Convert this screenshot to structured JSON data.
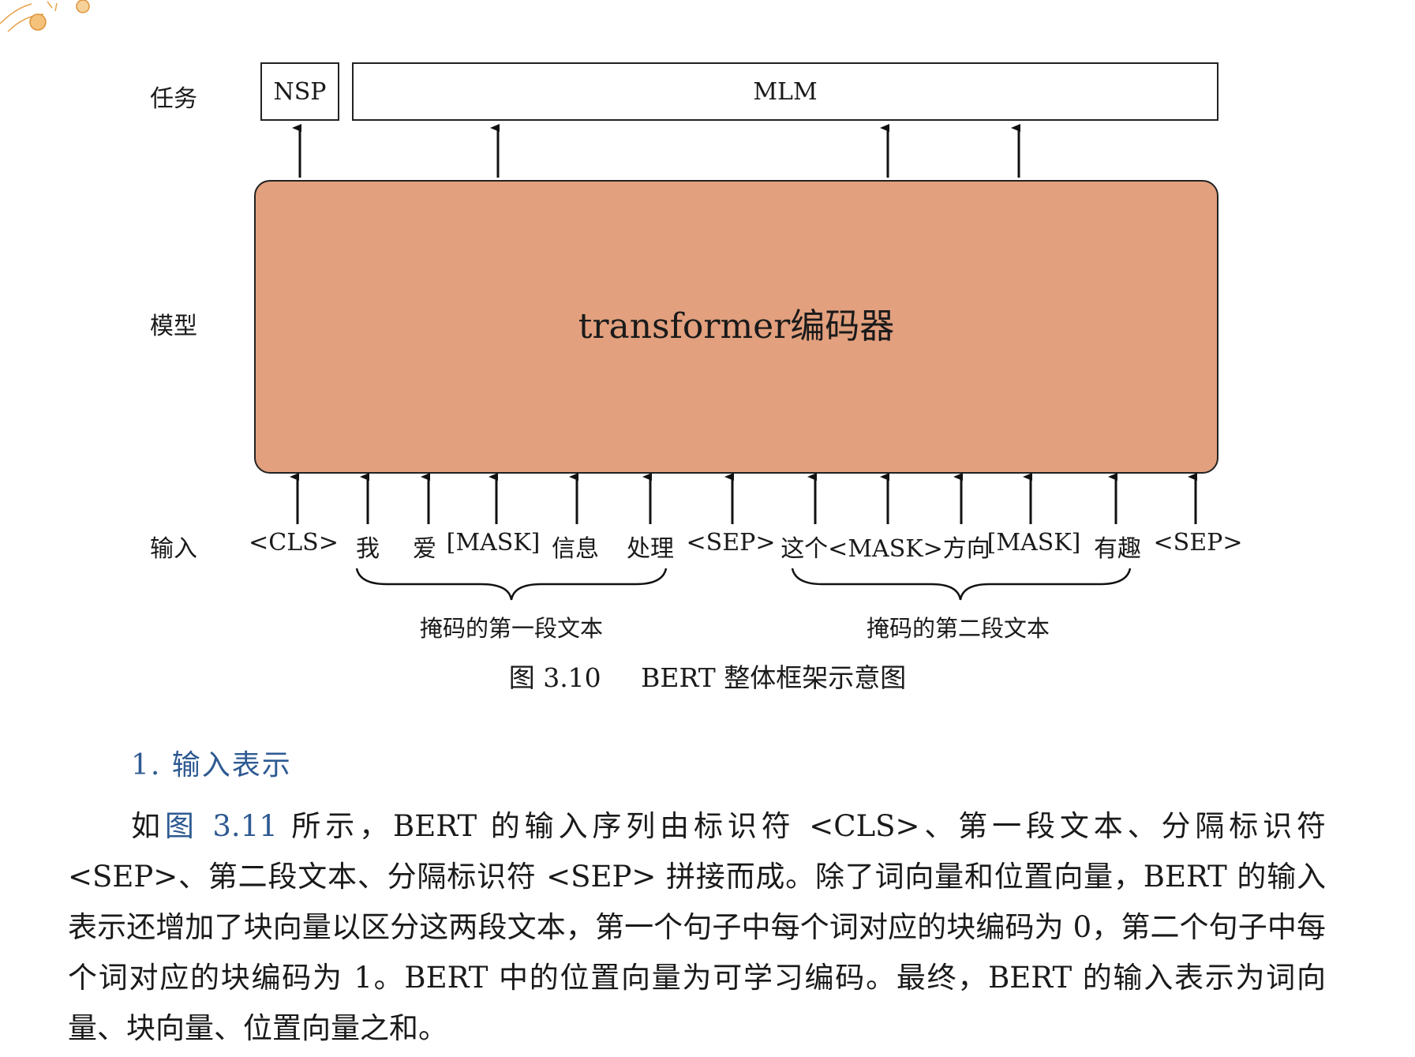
{
  "row_labels": {
    "task": "任务",
    "model": "模型",
    "input": "输入"
  },
  "tasks": {
    "nsp": "NSP",
    "mlm": "MLM"
  },
  "model_label": "transformer编码器",
  "input_tokens": [
    "<CLS>",
    "我",
    "爱",
    "[MASK]",
    "信息",
    "处理",
    "<SEP>",
    "这个<MASK>方向",
    "[MASK]",
    "有趣",
    "<SEP>"
  ],
  "brace_labels": {
    "first": "掩码的第一段文本",
    "second": "掩码的第二段文本"
  },
  "caption": {
    "number": "图 3.10",
    "text": "BERT 整体框架示意图"
  },
  "section": {
    "heading": "1. 输入表示",
    "para_lead": "如",
    "para_ref": "图 3.11",
    "para_rest": " 所示，BERT 的输入序列由标识符 <CLS>、第一段文本、分隔标识符 <SEP>、第二段文本、分隔标识符 <SEP> 拼接而成。除了词向量和位置向量，BERT 的输入表示还增加了块向量以区分这两段文本，第一个句子中每个词对应的块编码为 0，第二个句子中每个词对应的块编码为 1。BERT 中的位置向量为可学习编码。最终，BERT 的输入表示为词向量、块向量、位置向量之和。"
  },
  "colors": {
    "model_fill": "#e2a07e",
    "link_blue": "#2e5a92"
  }
}
